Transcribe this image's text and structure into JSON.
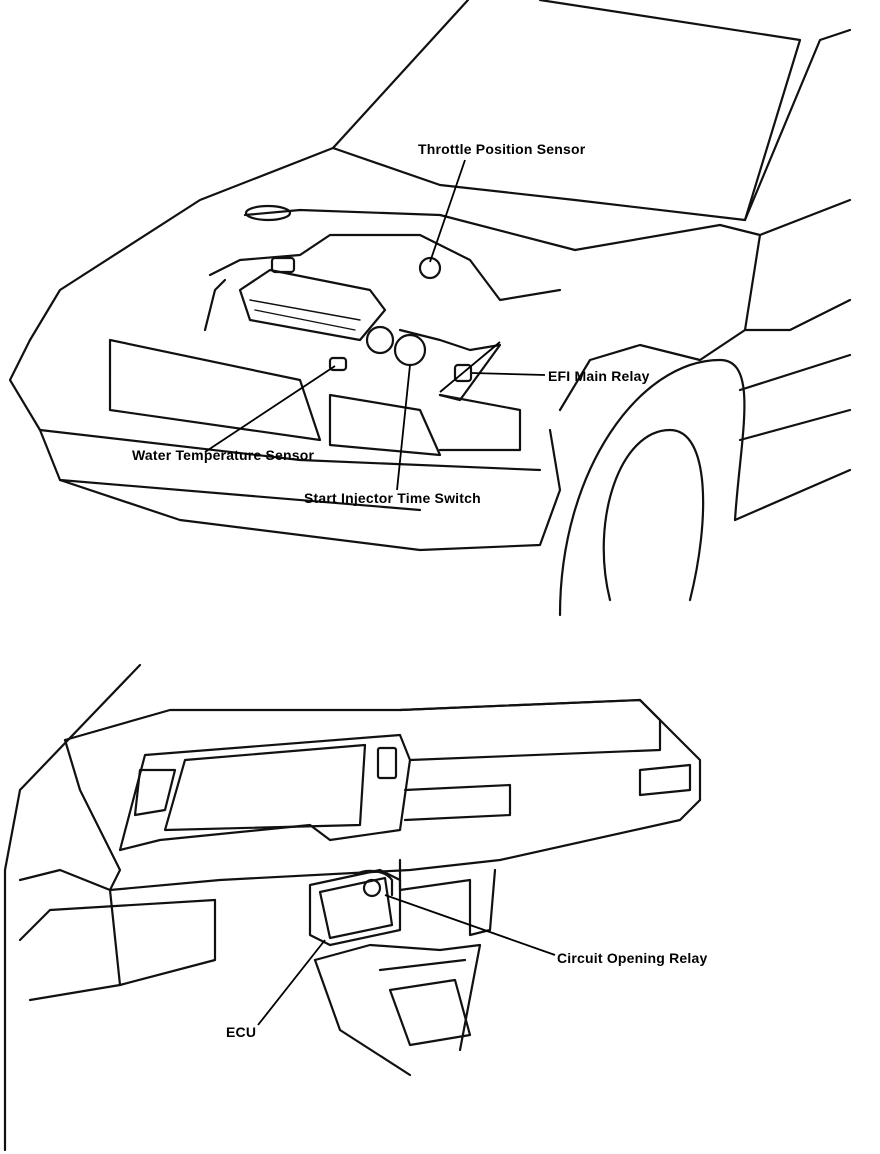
{
  "engine_bay_labels": {
    "throttle_position_sensor": "Throttle Position Sensor",
    "efi_main_relay": "EFI Main Relay",
    "water_temperature_sensor": "Water Temperature Sensor",
    "start_injector_time_switch": "Start Injector Time Switch"
  },
  "dashboard_labels": {
    "circuit_opening_relay": "Circuit Opening Relay",
    "ecu": "ECU"
  },
  "colors": {
    "line": "#111111",
    "background": "#ffffff"
  }
}
